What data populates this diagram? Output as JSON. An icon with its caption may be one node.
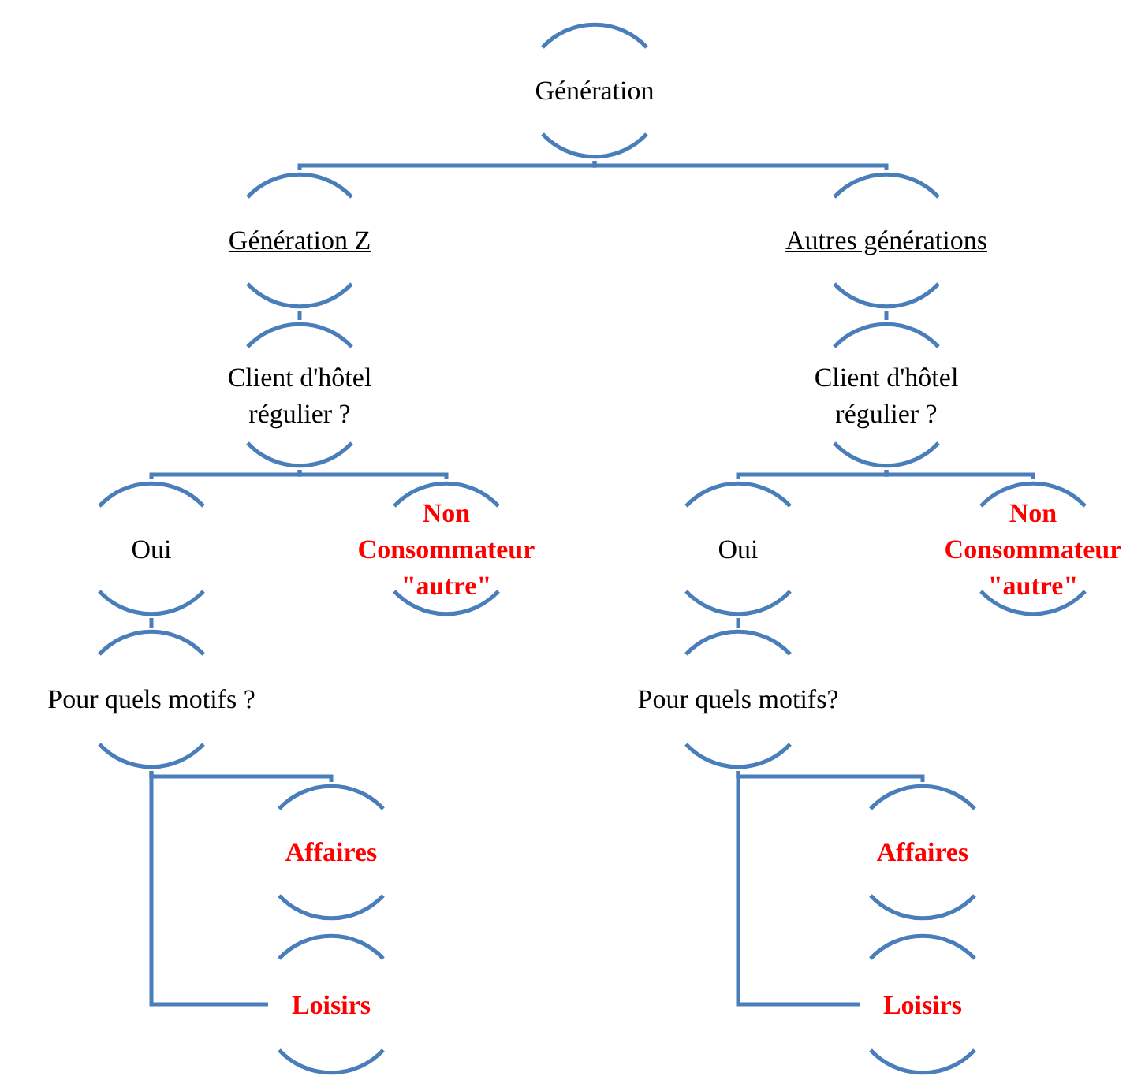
{
  "diagram": {
    "nodes": [
      {
        "text": [
          "Génération"
        ]
      },
      {
        "text": [
          "Génération Z"
        ]
      },
      {
        "text": [
          "Autres générations"
        ]
      },
      {
        "text": [
          "Client d'hôtel régulier ?"
        ]
      },
      {
        "text": [
          "Client d'hôtel régulier ?"
        ]
      },
      {
        "text": [
          "Oui"
        ]
      },
      {
        "text": [
          "Non Consommateur \"autre\""
        ]
      },
      {
        "text": [
          "Oui"
        ]
      },
      {
        "text": [
          "Non Consommateur \"autre\""
        ]
      },
      {
        "text": [
          "Pour quels motifs ?"
        ]
      },
      {
        "text": [
          "Pour quels motifs?"
        ]
      },
      {
        "text": [
          "Affaires"
        ]
      },
      {
        "text": [
          "Loisirs"
        ]
      },
      {
        "text": [
          "Affaires"
        ]
      },
      {
        "text": [
          "Loisirs"
        ]
      }
    ],
    "edges": [
      {
        "from": 0,
        "to": 1,
        "arrow": "none"
      },
      {
        "from": 0,
        "to": 2,
        "arrow": "none"
      },
      {
        "from": 1,
        "to": 3,
        "arrow": "none"
      },
      {
        "from": 2,
        "to": 4,
        "arrow": "none"
      },
      {
        "from": 3,
        "to": 5,
        "arrow": "none"
      },
      {
        "from": 3,
        "to": 6,
        "arrow": "none"
      },
      {
        "from": 4,
        "to": 7,
        "arrow": "none"
      },
      {
        "from": 4,
        "to": 8,
        "arrow": "none"
      },
      {
        "from": 5,
        "to": 9,
        "arrow": "none"
      },
      {
        "from": 7,
        "to": 10,
        "arrow": "none"
      },
      {
        "from": 9,
        "to": 11,
        "arrow": "none"
      },
      {
        "from": 9,
        "to": 12,
        "arrow": "none"
      },
      {
        "from": 10,
        "to": 13,
        "arrow": "none"
      },
      {
        "from": 10,
        "to": 14,
        "arrow": "none"
      }
    ]
  }
}
